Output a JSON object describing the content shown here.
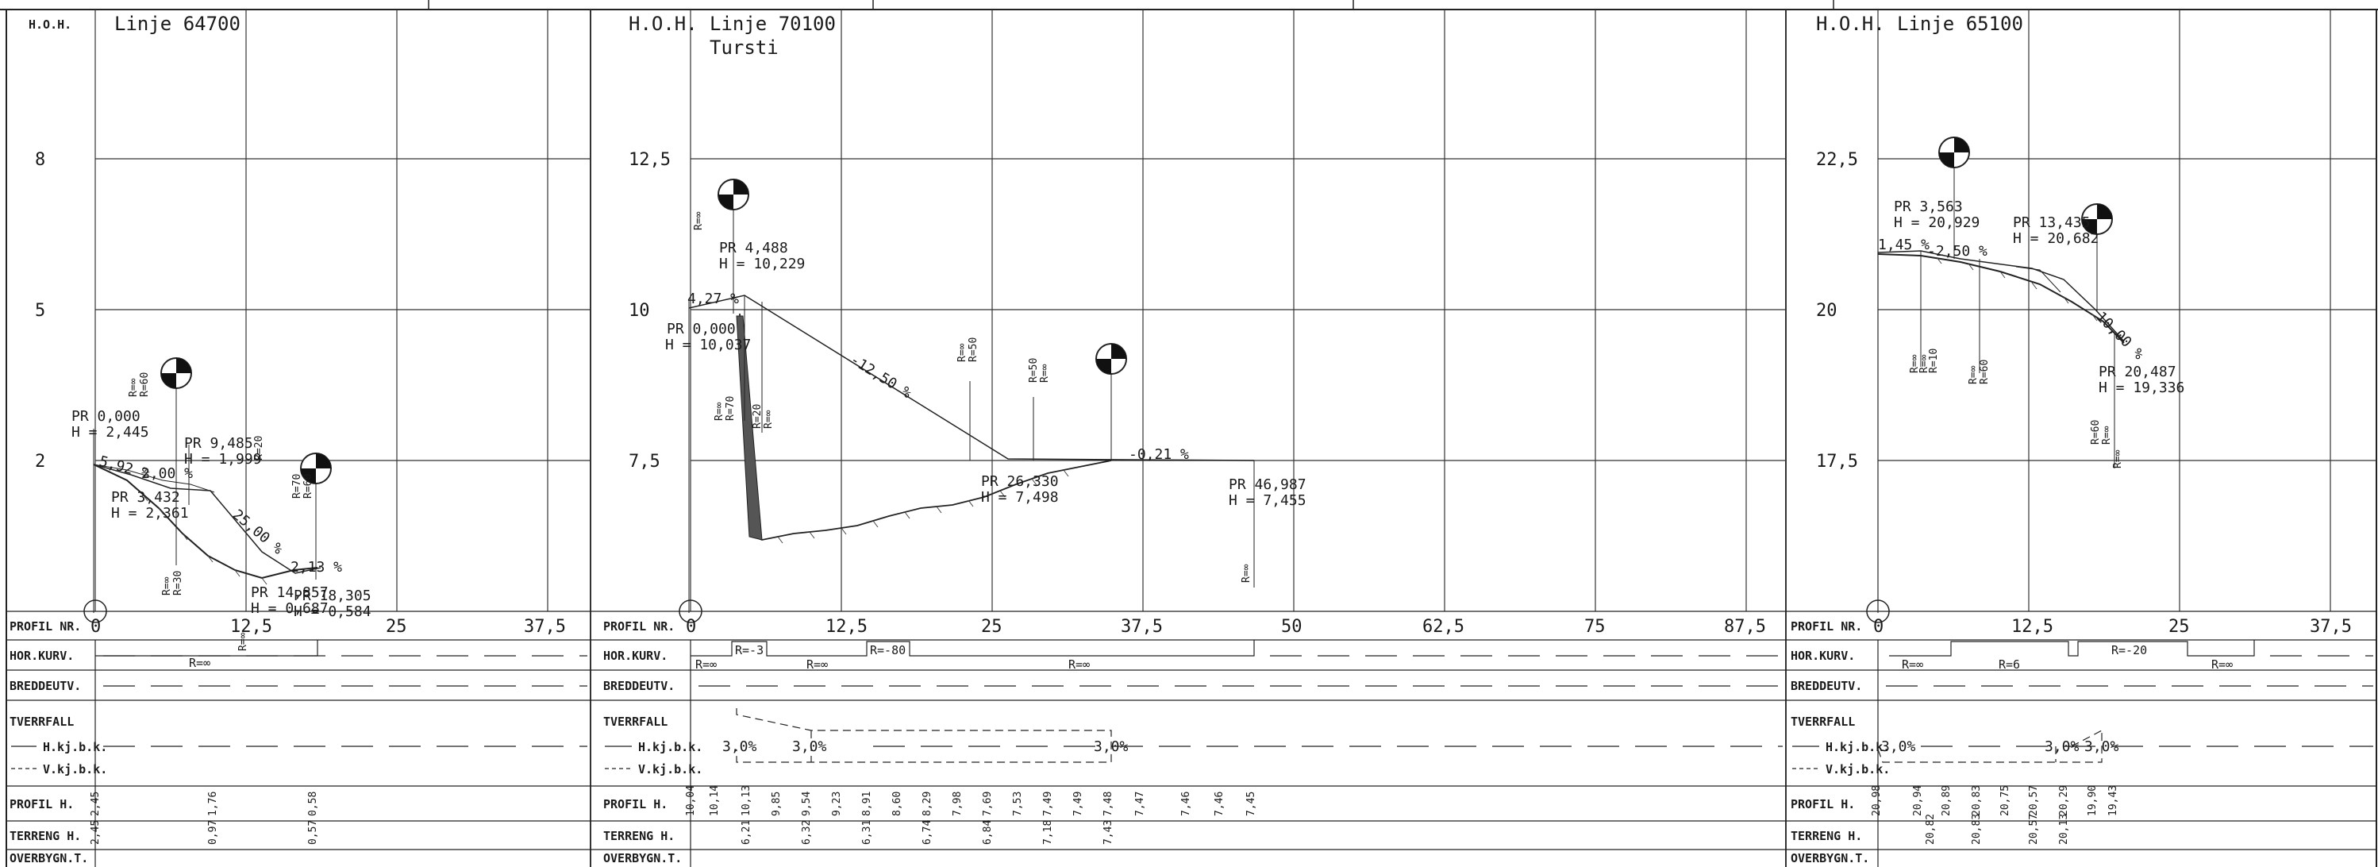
{
  "row_labels": {
    "profil_nr": "PROFIL NR.",
    "hor_kurv": "HOR.KURV.",
    "breddeutv": "BREDDEUTV.",
    "tverrfall": "TVERRFALL",
    "hkjbk": "H.kj.b.k.",
    "vkjbk": "V.kj.b.k.",
    "profil_h": "PROFIL H.",
    "terreng_h": "TERRENG H.",
    "overbygn_t": "OVERBYGN.T."
  },
  "panels": [
    {
      "id": "p1",
      "hoh": "H.O.H.",
      "title": "Linje 64700",
      "subtitle": "",
      "y_ticks": [
        "8",
        "5",
        "2"
      ],
      "x_ticks": [
        "0",
        "12,5",
        "25",
        "37,5"
      ],
      "curvature_labels": [
        "R=∞"
      ],
      "tverrfall_values": [],
      "profil_h_values": [
        "2,45",
        "1,76",
        "0,58"
      ],
      "terreng_h_values": [
        "2,45",
        "0,97",
        "0,57"
      ],
      "annotations": {
        "pr1": "PR 0,000",
        "h1": "H = 2,445",
        "pr2": "PR 3,432",
        "h2": "H = 2,361",
        "pr3": "PR 9,485",
        "h3": "H = 1,999",
        "pr4": "PR 14,857",
        "h4": "H = 0,687",
        "pr5": "PR 18,305",
        "h5": "H = 0,584",
        "s1": "5,92 %",
        "s2": "2,00 %",
        "s3": "25,00 %",
        "s4": "2,13 %",
        "r1": "R=∞",
        "r2": "R=60",
        "r3": "R=20",
        "r4": "R=∞",
        "r5": "R=30",
        "r6": "R=70",
        "r7": "R=60",
        "r8": "R=∞"
      }
    },
    {
      "id": "p2",
      "hoh": "H.O.H.",
      "title": "Linje 70100",
      "subtitle": "Tursti",
      "y_ticks": [
        "12,5",
        "10",
        "7,5"
      ],
      "x_ticks": [
        "0",
        "12,5",
        "25",
        "37,5",
        "50",
        "62,5",
        "75",
        "87,5"
      ],
      "curvature_labels": [
        "R=-3",
        "R=-80",
        "R=∞",
        "R=∞",
        "R=∞"
      ],
      "tverrfall_values": [
        "3,0%",
        "3,0%",
        "3,0%"
      ],
      "profil_h_values": [
        "10,04",
        "10,14",
        "10,13",
        "9,85",
        "9,54",
        "9,23",
        "8,91",
        "8,60",
        "8,29",
        "7,98",
        "7,69",
        "7,53",
        "7,49",
        "7,49",
        "7,48",
        "7,47",
        "7,46",
        "7,46",
        "7,45"
      ],
      "terreng_h_values": [
        "6,21",
        "6,32",
        "6,31",
        "6,74",
        "6,84",
        "7,18",
        "7,43"
      ],
      "annotations": {
        "pr1": "PR 0,000",
        "h1": "H = 10,037",
        "pr2": "PR 4,488",
        "h2": "H = 10,229",
        "pr3": "PR 26,330",
        "h3": "H = 7,498",
        "pr4": "PR 46,987",
        "h4": "H = 7,455",
        "s1": "4,27 %",
        "s2": "-12,50 %",
        "s3": "-0,21 %",
        "r1": "R=∞",
        "r2": "R=∞",
        "r3": "R=70",
        "r4": "R=20",
        "r5": "R=∞",
        "r6": "R=∞",
        "r7": "R=50",
        "r8": "R=50",
        "r9": "R=∞",
        "r10": "R=∞"
      }
    },
    {
      "id": "p3",
      "hoh": "H.O.H.",
      "title": "Linje 65100",
      "subtitle": "",
      "y_ticks": [
        "22,5",
        "20",
        "17,5"
      ],
      "x_ticks": [
        "0",
        "12,5",
        "25",
        "37,5"
      ],
      "curvature_labels": [
        "R=∞",
        "R=6",
        "R=-20",
        "R=∞"
      ],
      "tverrfall_values": [
        "3,0%",
        "3,0%",
        "3,0%"
      ],
      "profil_h_values": [
        "20,98",
        "20,94",
        "20,89",
        "20,83",
        "20,75",
        "20,57",
        "20,29",
        "19,90",
        "19,43"
      ],
      "terreng_h_values": [
        "20,82",
        "20,83",
        "20,57",
        "20,13"
      ],
      "annotations": {
        "pr1": "PR 3,563",
        "h1": "H = 20,929",
        "pr2": "PR 13,435",
        "h2": "H = 20,682",
        "pr3": "PR 20,487",
        "h3": "H = 19,336",
        "s1": "1,45 %",
        "s2": "-2,50 %",
        "s3": "10,00 %",
        "r1": "R=∞",
        "r2": "R=∞",
        "r3": "R=10",
        "r4": "R=∞",
        "r5": "R=60",
        "r6": "R=60",
        "r7": "R=∞",
        "r8": "R=∞"
      }
    }
  ]
}
